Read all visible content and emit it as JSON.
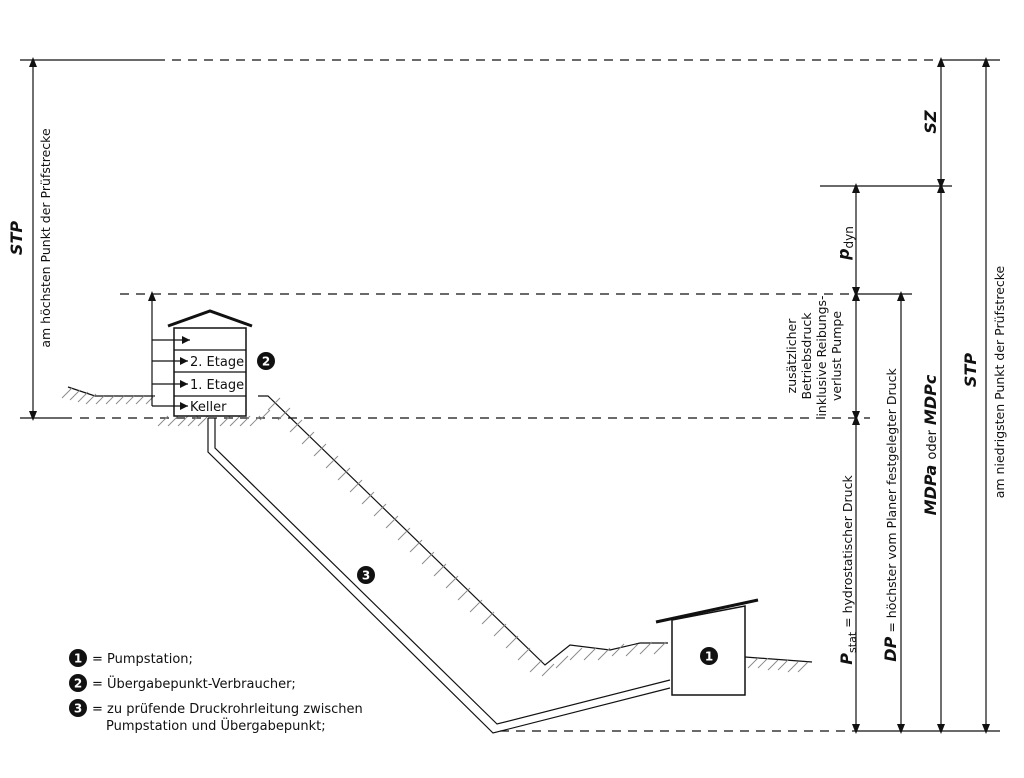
{
  "dimensions": {
    "sz": "SZ",
    "p_dyn_main": "p",
    "p_dyn_sub": "dyn",
    "stp_left_main": "STP",
    "stp_left_sub": "am höchsten Punkt der Prüfstrecke",
    "stp_right_main": "STP",
    "stp_right_sub": "am niedrigsten Punkt der Prüfstrecke",
    "mdp_a": "MDPa",
    "mdp_oder": "oder",
    "mdp_c": "MDPc",
    "dp_main": "DP",
    "dp_sub": "= höchster vom Planer festgelegter Druck",
    "pstat_main": "P",
    "pstat_sub": "stat",
    "pstat_desc": "= hydrostatischer Druck",
    "extra_line1": "zusätzlicher",
    "extra_line2": "Betriebsdruck",
    "extra_line3": "inklusive Reibungs-",
    "extra_line4": "verlust Pumpe"
  },
  "building": {
    "floor_top": "",
    "floor_2": "2. Etage",
    "floor_1": "1. Etage",
    "floor_keller": "Keller"
  },
  "markers": {
    "m1": "1",
    "m2": "2",
    "m3": "3"
  },
  "legend": {
    "item1": "= Pumpstation;",
    "item2": "= Übergabepunkt-Verbraucher;",
    "item3_line1": "= zu prüfende Druckrohrleitung zwischen",
    "item3_line2": "Pumpstation und Übergabepunkt;"
  }
}
